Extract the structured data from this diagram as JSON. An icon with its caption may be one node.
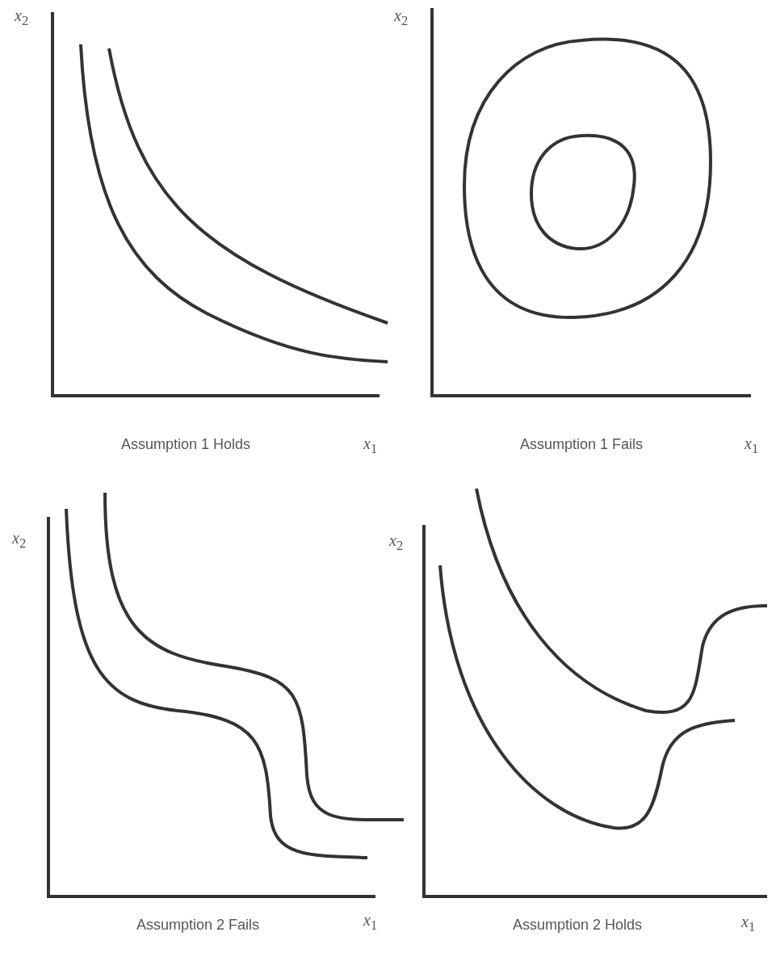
{
  "diagram": {
    "labels": [
      "*x*$_{2}$",
      "Assumption 1 Holds",
      "*x*$_{1}$",
      "*x*$_{2}$",
      "Assumption 1 Fails",
      "*x*$_{1}$",
      "*x*$_{2}$",
      "Assumption 2 Fails",
      "*x*$_{1}$",
      "*x*$_{2}$",
      "Assumption 2 Holds",
      "*x*$_{1}$"
    ]
  }
}
